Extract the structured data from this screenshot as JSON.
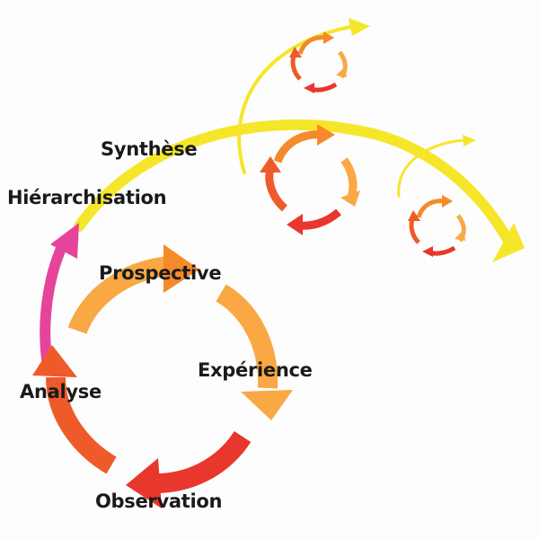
{
  "labels": {
    "synthese": "Synthèse",
    "hierarchisation": "Hiérarchisation",
    "prospective": "Prospective",
    "experience": "Expérience",
    "analyse": "Analyse",
    "observation": "Observation"
  },
  "colors": {
    "yellow": "#f5e62a",
    "magenta": "#e6449a",
    "orange_light": "#f9a844",
    "orange": "#f58a2a",
    "orange_red": "#ef5a2a",
    "red": "#e8372c",
    "text": "#1a1a1a"
  },
  "icons": [
    "cycle-arrows-icon",
    "trajectory-arrow-icon"
  ]
}
